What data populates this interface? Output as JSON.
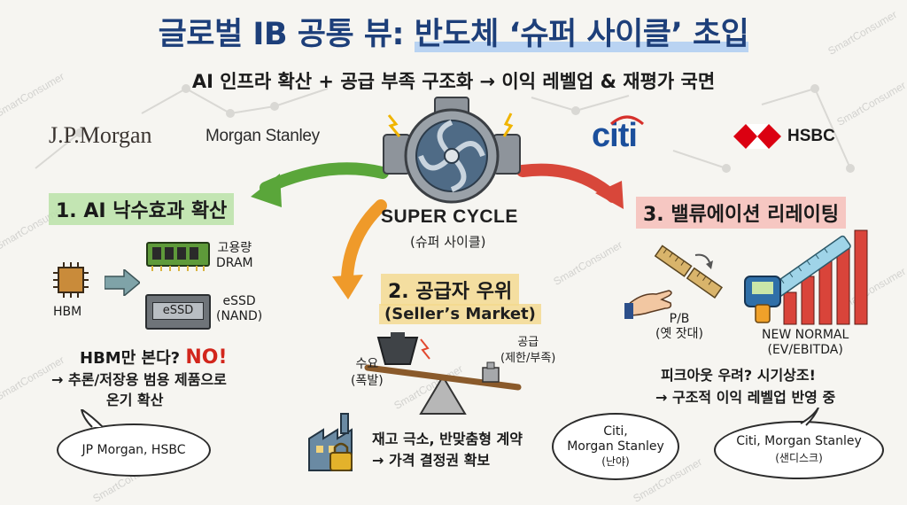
{
  "title": {
    "prefix": "글로벌 IB 공통 뷰:",
    "highlight": "반도체 ‘슈퍼 사이클’ 초입"
  },
  "subtitle": "AI 인프라 확산 + 공급 부족 구조화 → 이익 레벨업 & 재평가 국면",
  "brands": {
    "jpmorgan": "J.P.Morgan",
    "morgan_stanley": "Morgan Stanley",
    "citi": "citi",
    "hsbc": "HSBC"
  },
  "center": {
    "label": "SUPER CYCLE",
    "sublabel": "(슈퍼 사이클)"
  },
  "section1": {
    "heading": "1. AI 낙수효과 확산",
    "hbm_label": "HBM",
    "dram_label": "고용량\nDRAM",
    "essd_chip": "eSSD",
    "essd_label": "eSSD\n(NAND)",
    "question": "HBM만 본다?",
    "no": "NO!",
    "point_line1": "→ 추론/저장용 범용 제품으로",
    "point_line2": "온기 확산",
    "bubble": "JP Morgan, HSBC"
  },
  "section2": {
    "heading": "2. 공급자 우위",
    "subheading": "(Seller’s Market)",
    "demand_label": "수요\n(폭발)",
    "supply_label": "공급\n(제한/부족)",
    "point_line1": "재고 극소, 반맞춤형 계약",
    "point_line2": "→ 가격 결정권 확보",
    "bubble_line1": "Citi,",
    "bubble_line2": "Morgan Stanley",
    "bubble_line3": "(난야)"
  },
  "section3": {
    "heading": "3. 밸류에이션 리레이팅",
    "pb_label": "P/B\n(옛 잣대)",
    "new_normal_label": "NEW NORMAL\n(EV/EBITDA)",
    "point_line1": "피크아웃 우려? 시기상조!",
    "point_line2": "→ 구조적 이익 레벨업 반영 중",
    "bubble_line1": "Citi, Morgan Stanley",
    "bubble_line2": "(샌디스크)"
  },
  "watermark": "SmartConsumer",
  "colors": {
    "title": "#1d3f7a",
    "green_arrow": "#5aa63a",
    "orange_arrow": "#ef9a2a",
    "red_arrow": "#d8473a",
    "no_text": "#d2261c"
  }
}
